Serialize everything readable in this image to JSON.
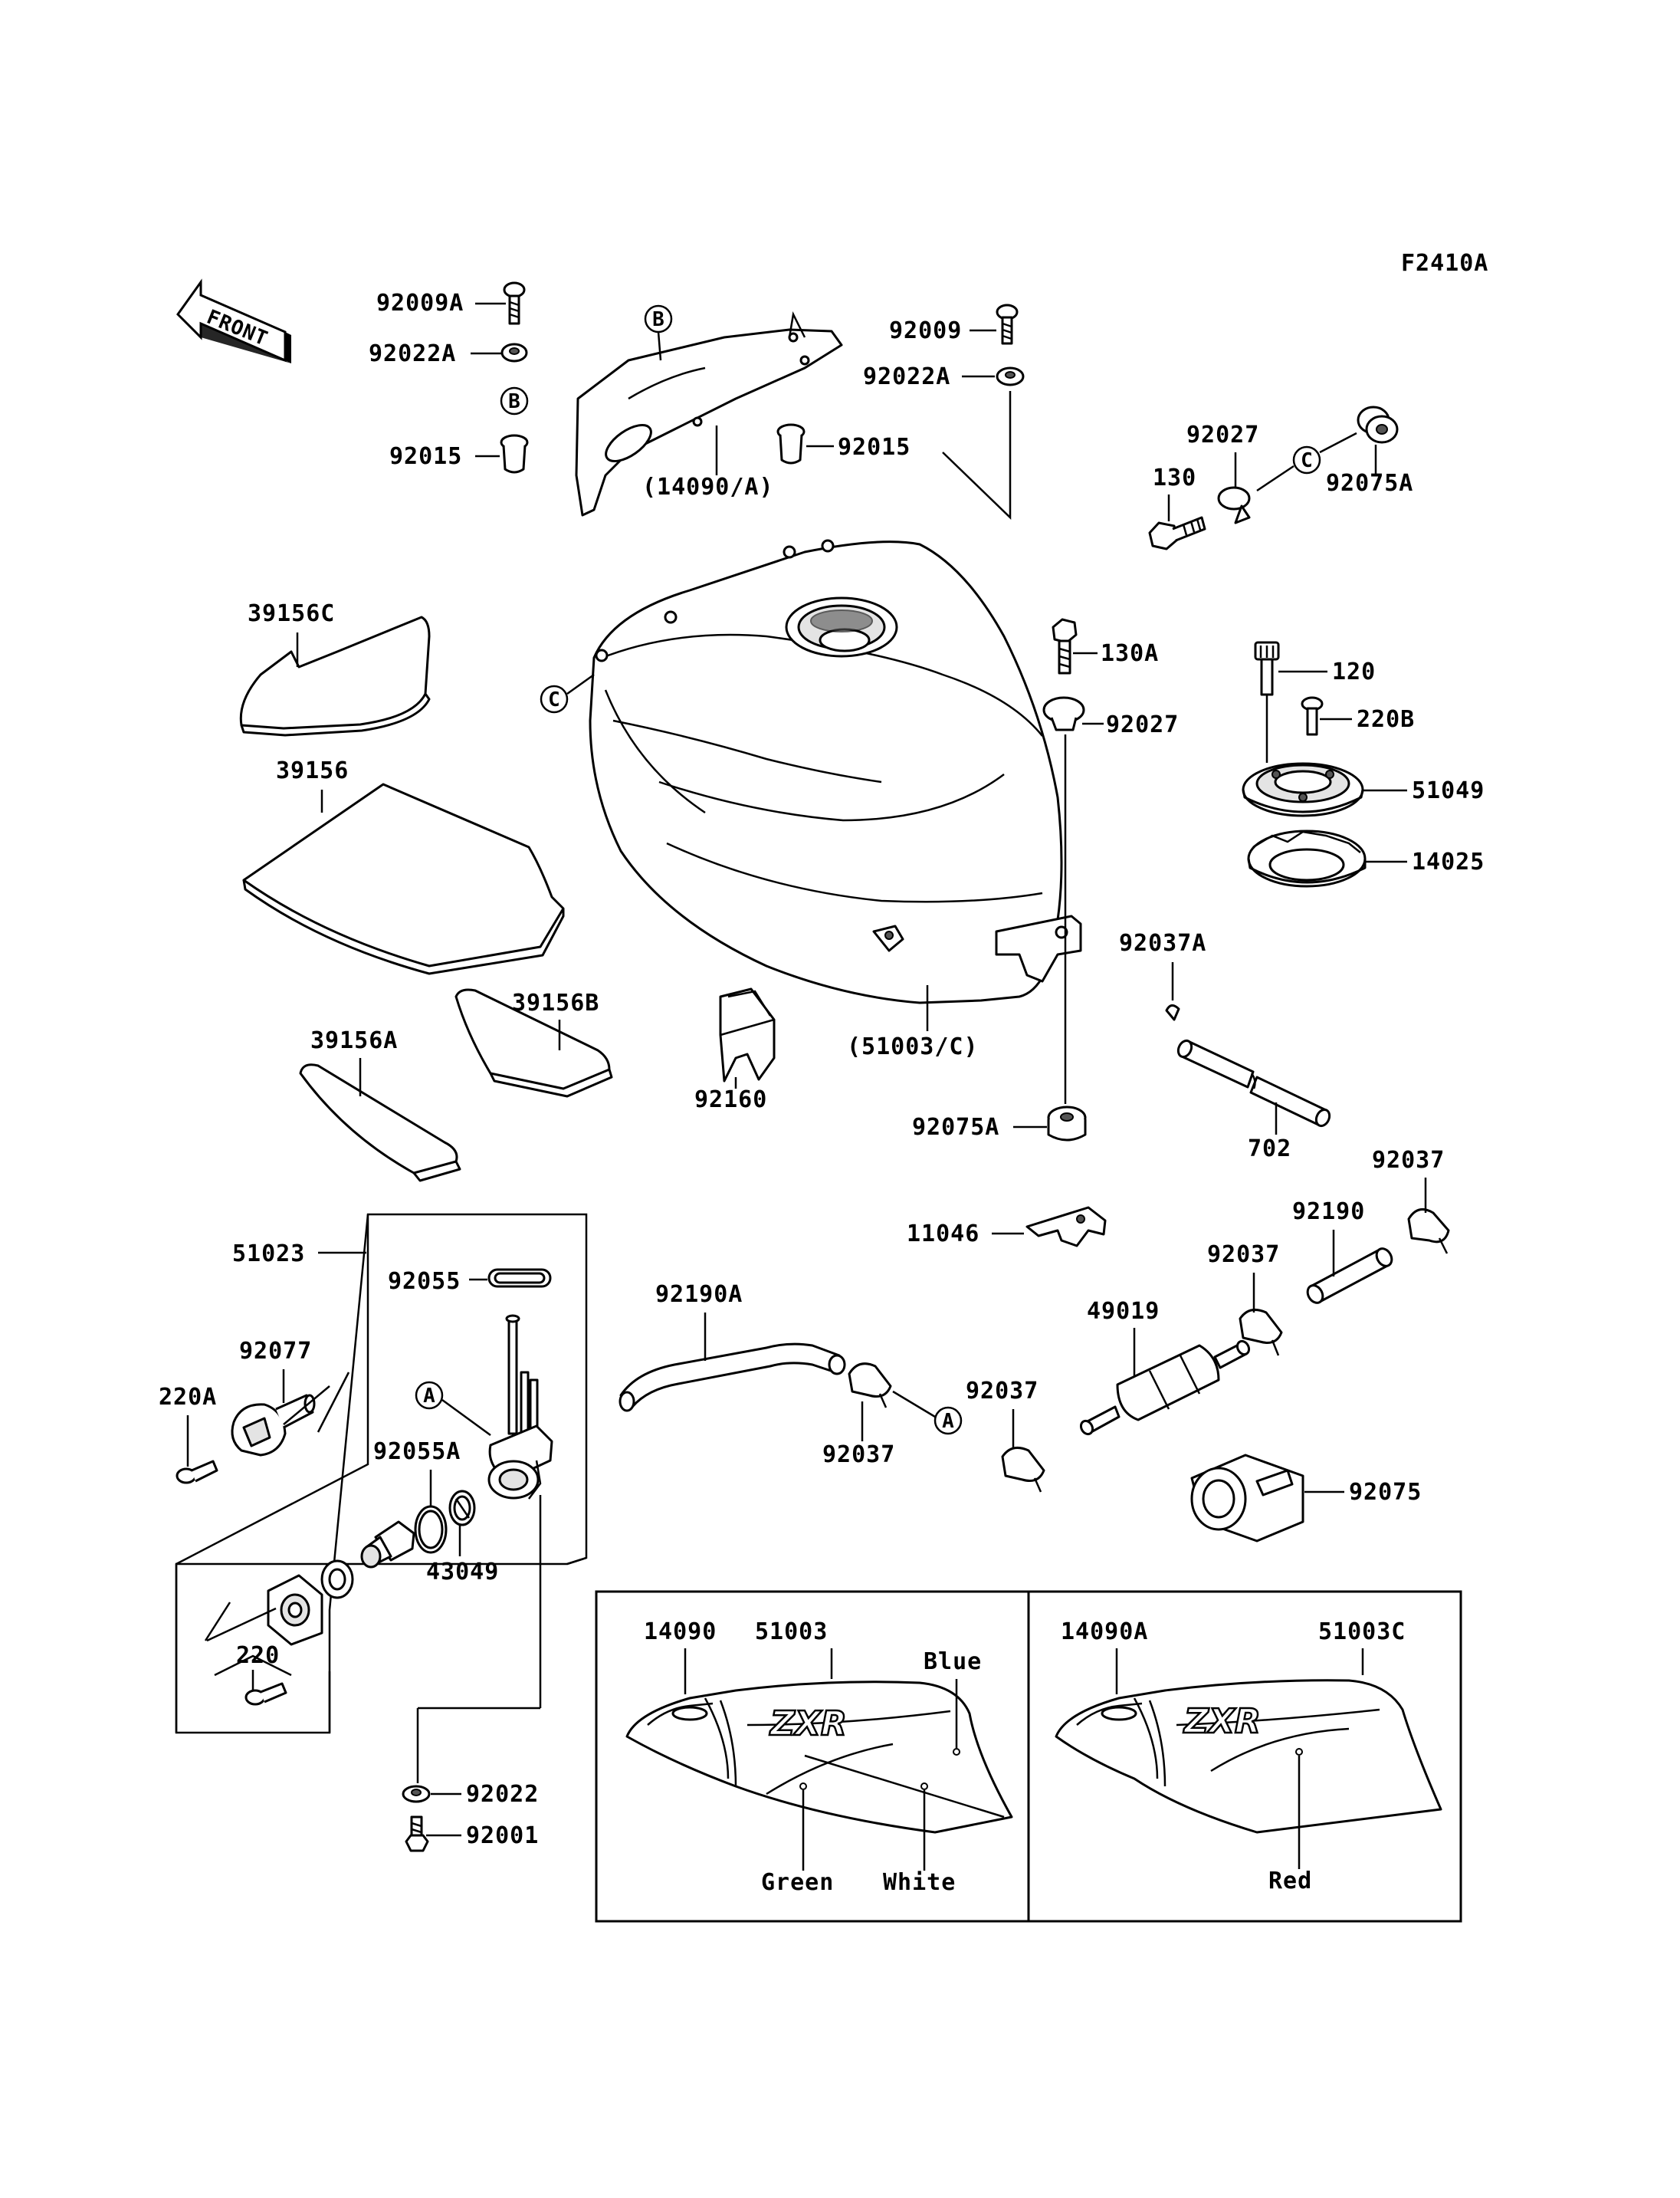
{
  "figure_code": "F2410A",
  "front_label": "FRONT",
  "callouts": {
    "B": "B",
    "C": "C",
    "A": "A"
  },
  "parts": {
    "p92009A": "92009A",
    "p92022A_left": "92022A",
    "p92015_left": "92015",
    "p14090A_paren": "(14090/A)",
    "p92009": "92009",
    "p92022A_right": "92022A",
    "p92015_right": "92015",
    "p92027_top": "92027",
    "p130": "130",
    "p92075A_top": "92075A",
    "p39156C": "39156C",
    "p39156": "39156",
    "p39156B": "39156B",
    "p39156A": "39156A",
    "p92160": "92160",
    "p51003C_paren": "(51003/C)",
    "p130A": "130A",
    "p92027_mid": "92027",
    "p120": "120",
    "p220B": "220B",
    "p51049": "51049",
    "p14025": "14025",
    "p92037A": "92037A",
    "p702": "702",
    "p92075A_mid": "92075A",
    "p92037_r1": "92037",
    "p92190": "92190",
    "p11046": "11046",
    "p92037_r2": "92037",
    "p49019": "49019",
    "p92037_r3": "92037",
    "p92075": "92075",
    "p51023": "51023",
    "p92055": "92055",
    "p92077": "92077",
    "p220A": "220A",
    "p92055A": "92055A",
    "p43049": "43049",
    "p220": "220",
    "p92190A": "92190A",
    "p92037_mid": "92037",
    "p92022": "92022",
    "p92001": "92001"
  },
  "variants": {
    "left": {
      "part_a": "14090",
      "part_b": "51003",
      "logo": "ZXR",
      "colors": [
        "Blue",
        "Green",
        "White"
      ]
    },
    "right": {
      "part_a": "14090A",
      "part_b": "51003C",
      "logo": "ZXR",
      "colors": [
        "Red"
      ]
    }
  }
}
